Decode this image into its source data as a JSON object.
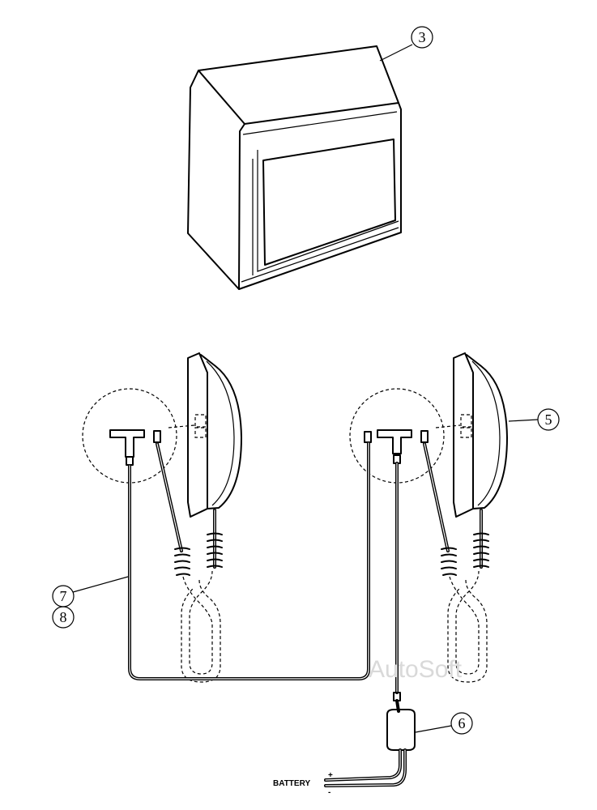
{
  "callouts": {
    "monitor": "3",
    "speaker": "5",
    "converter": "6",
    "wire_a": "7",
    "wire_b": "8"
  },
  "battery": {
    "label": "BATTERY",
    "plus": "+",
    "minus": "-"
  },
  "watermark": "AutoSoft"
}
